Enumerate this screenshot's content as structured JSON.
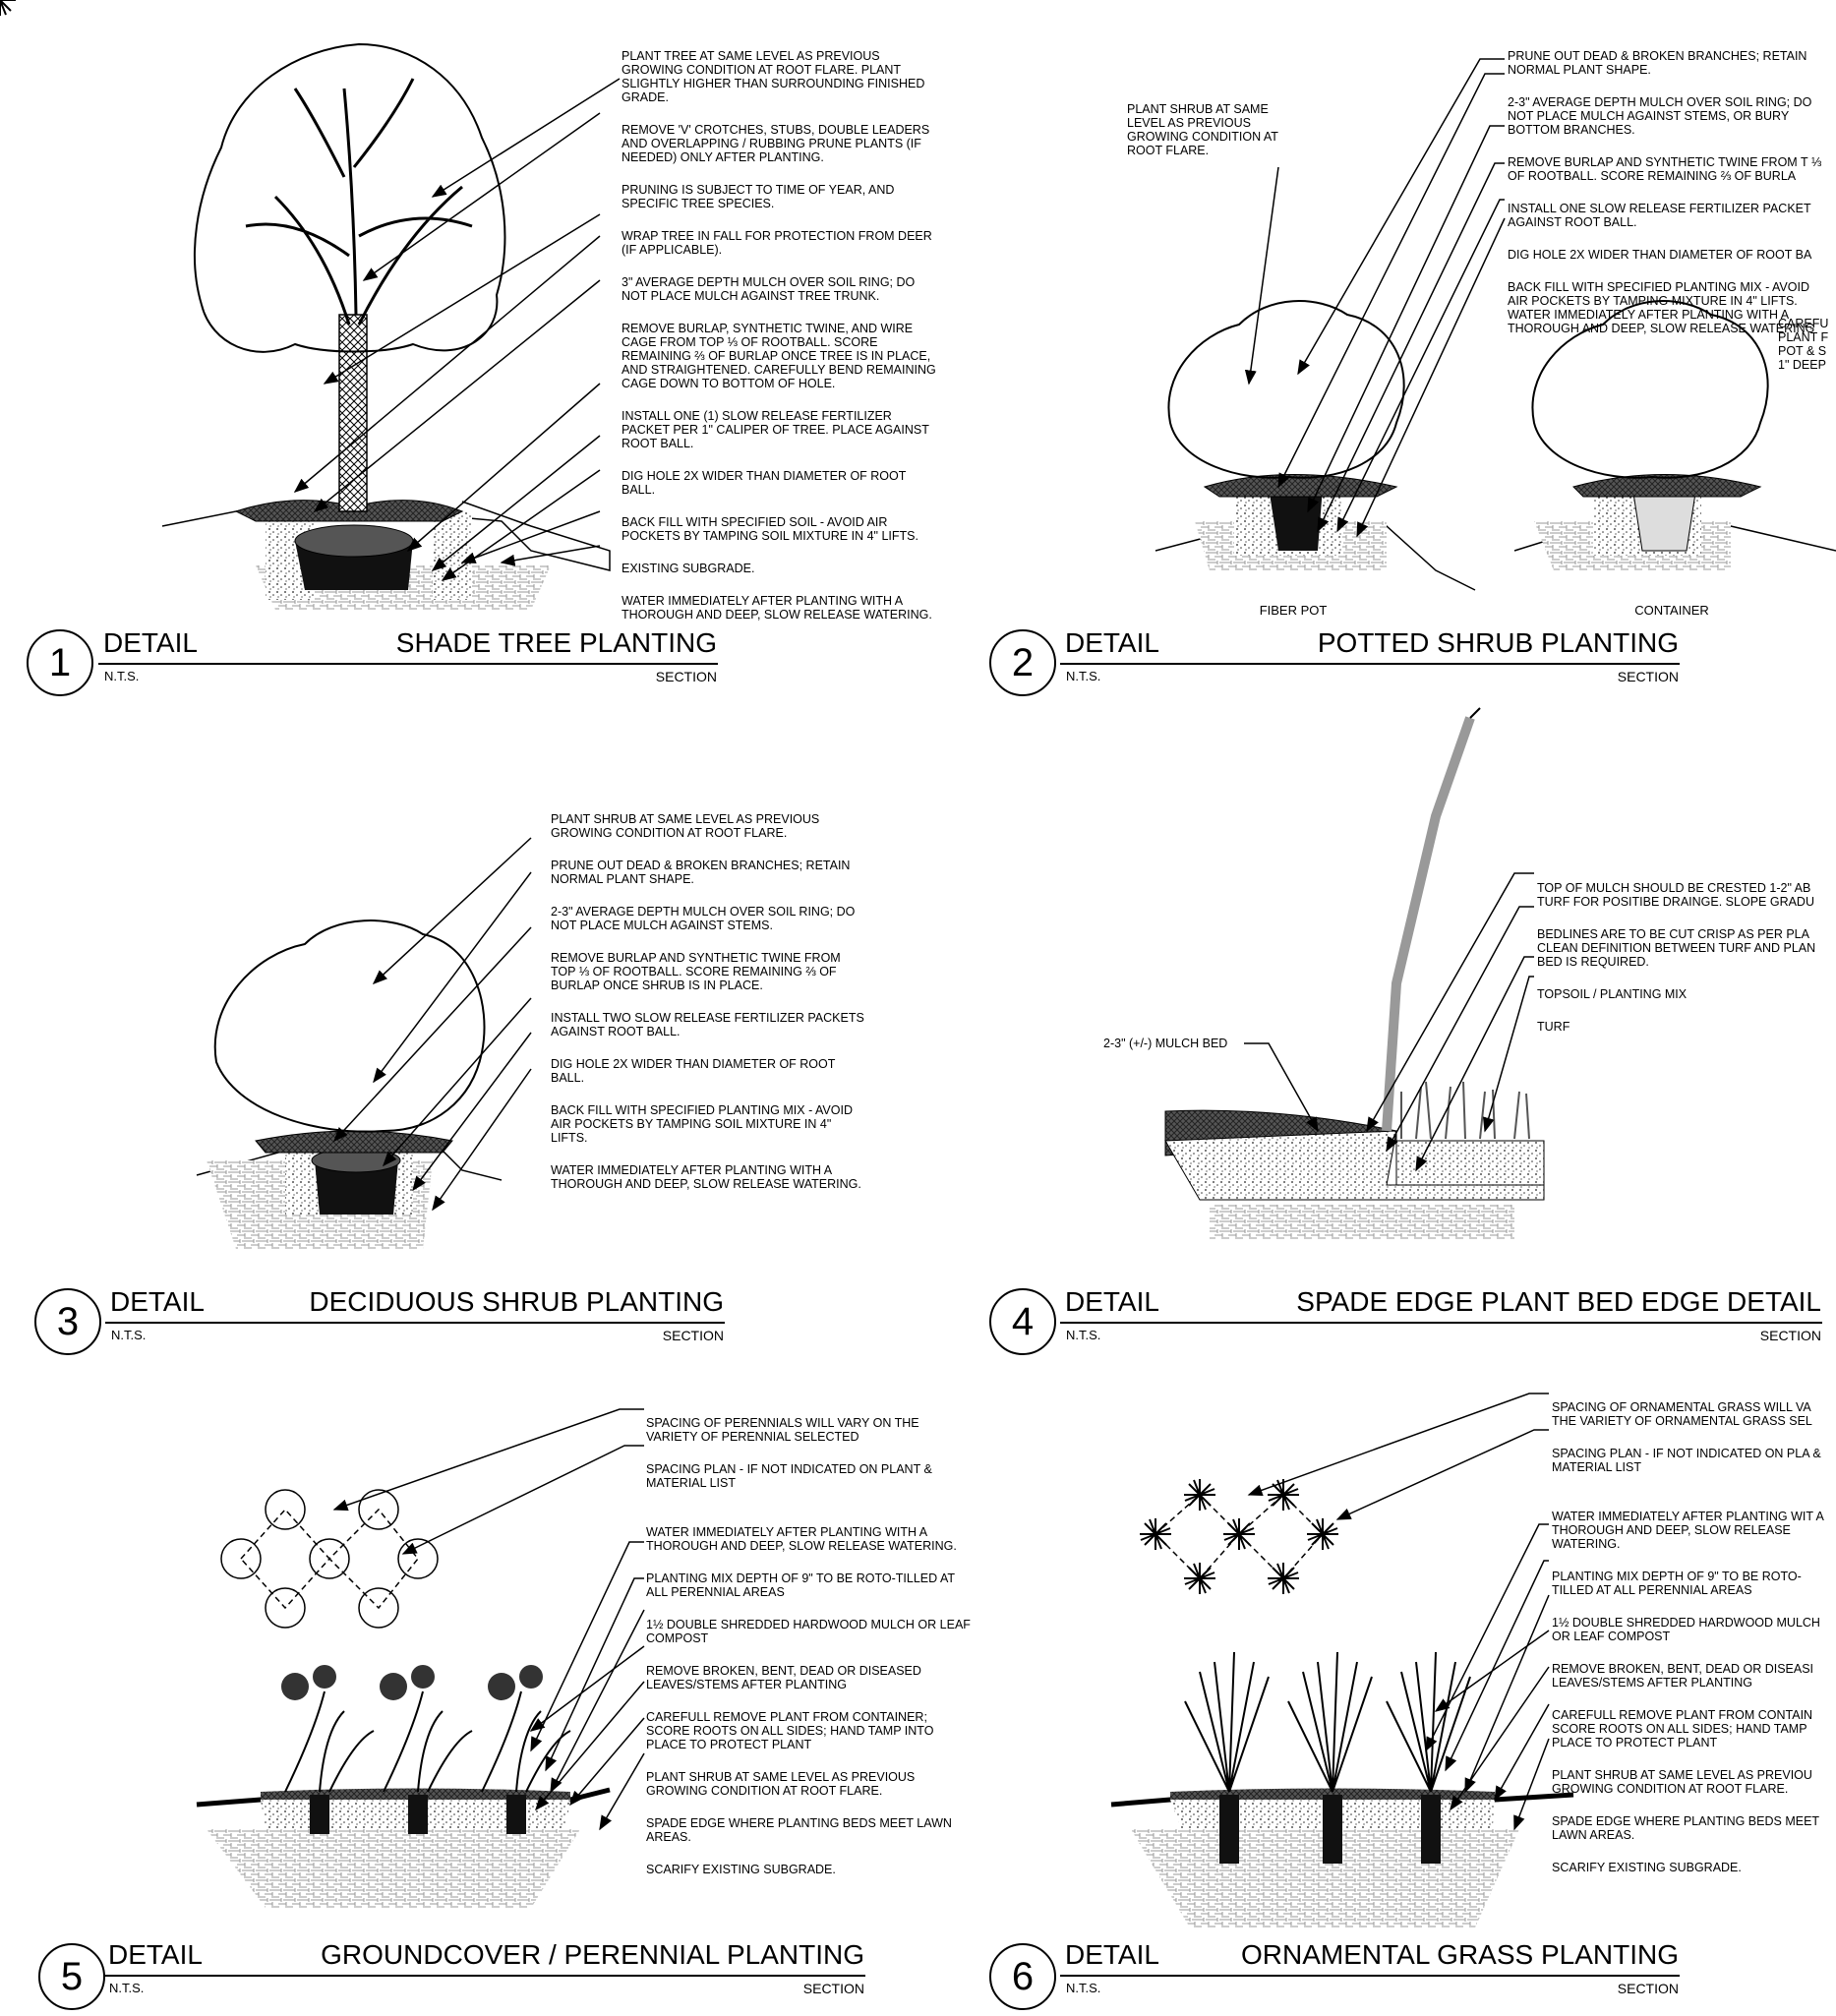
{
  "details": [
    {
      "number": "1",
      "detail_label": "DETAIL",
      "title": "SHADE TREE PLANTING",
      "scale": "N.T.S.",
      "view": "SECTION",
      "notes": [
        "PLANT TREE AT SAME LEVEL AS PREVIOUS GROWING CONDITION AT ROOT FLARE. PLANT SLIGHTLY HIGHER THAN SURROUNDING FINISHED GRADE.",
        "REMOVE 'V' CROTCHES, STUBS, DOUBLE LEADERS AND OVERLAPPING / RUBBING PRUNE PLANTS (IF NEEDED) ONLY AFTER PLANTING.",
        "PRUNING IS SUBJECT TO TIME OF YEAR, AND SPECIFIC TREE SPECIES.",
        "WRAP TREE IN FALL FOR PROTECTION FROM DEER (IF APPLICABLE).",
        "3\" AVERAGE DEPTH MULCH OVER SOIL RING; DO NOT PLACE MULCH AGAINST TREE TRUNK.",
        "REMOVE BURLAP, SYNTHETIC TWINE, AND WIRE CAGE FROM TOP ⅓ OF ROOTBALL. SCORE REMAINING ⅔ OF BURLAP ONCE TREE IS IN PLACE, AND STRAIGHTENED. CAREFULLY BEND REMAINING CAGE DOWN TO BOTTOM OF HOLE.",
        "INSTALL ONE (1) SLOW RELEASE FERTILIZER PACKET PER 1\" CALIPER OF TREE. PLACE AGAINST ROOT BALL.",
        "DIG HOLE 2X WIDER THAN DIAMETER OF ROOT BALL.",
        "BACK FILL WITH SPECIFIED SOIL - AVOID AIR POCKETS BY TAMPING SOIL MIXTURE IN 4\" LIFTS.",
        "EXISTING SUBGRADE.",
        "WATER IMMEDIATELY AFTER PLANTING WITH A THOROUGH AND DEEP, SLOW RELEASE WATERING."
      ]
    },
    {
      "number": "2",
      "detail_label": "DETAIL",
      "title": "POTTED SHRUB PLANTING",
      "scale": "N.T.S.",
      "view": "SECTION",
      "left_note": "PLANT SHRUB AT SAME LEVEL AS PREVIOUS GROWING CONDITION AT ROOT FLARE.",
      "notes": [
        "PRUNE OUT DEAD & BROKEN BRANCHES; RETAIN NORMAL PLANT SHAPE.",
        "2-3\" AVERAGE DEPTH MULCH OVER SOIL RING; DO NOT PLACE MULCH AGAINST STEMS, OR BURY BOTTOM BRANCHES.",
        "REMOVE BURLAP AND SYNTHETIC TWINE FROM T ⅓ OF ROOTBALL. SCORE REMAINING ⅔ OF BURLA",
        "INSTALL ONE SLOW RELEASE FERTILIZER PACKET AGAINST ROOT BALL.",
        "DIG HOLE 2X WIDER THAN DIAMETER OF ROOT BA",
        "BACK FILL WITH SPECIFIED PLANTING MIX - AVOID AIR POCKETS BY TAMPING MIXTURE IN 4\" LIFTS. WATER IMMEDIATELY AFTER PLANTING WITH A THOROUGH AND DEEP, SLOW RELEASE WATERING"
      ],
      "right_note": "CAREFU PLANT F POT & S 1\" DEEP",
      "label_fiber": "FIBER POT",
      "label_container": "CONTAINER"
    },
    {
      "number": "3",
      "detail_label": "DETAIL",
      "title": "DECIDUOUS SHRUB PLANTING",
      "scale": "N.T.S.",
      "view": "SECTION",
      "notes": [
        "PLANT SHRUB AT SAME LEVEL AS PREVIOUS GROWING CONDITION AT ROOT FLARE.",
        "PRUNE OUT DEAD & BROKEN BRANCHES; RETAIN NORMAL PLANT SHAPE.",
        "2-3\" AVERAGE DEPTH MULCH OVER SOIL RING; DO NOT PLACE MULCH AGAINST STEMS.",
        "REMOVE BURLAP AND SYNTHETIC TWINE FROM TOP ⅓ OF ROOTBALL. SCORE REMAINING ⅔ OF BURLAP ONCE SHRUB IS IN PLACE.",
        "INSTALL TWO SLOW RELEASE FERTILIZER PACKETS AGAINST ROOT BALL.",
        "DIG HOLE 2X WIDER THAN DIAMETER OF ROOT BALL.",
        "BACK FILL WITH SPECIFIED PLANTING MIX - AVOID AIR POCKETS BY TAMPING SOIL MIXTURE IN 4\" LIFTS.",
        "WATER IMMEDIATELY AFTER PLANTING WITH A THOROUGH AND DEEP, SLOW RELEASE WATERING."
      ]
    },
    {
      "number": "4",
      "detail_label": "DETAIL",
      "title": "SPADE EDGE PLANT BED EDGE DETAIL",
      "scale": "N.T.S.",
      "view": "SECTION",
      "left_note": "2-3\" (+/-) MULCH BED",
      "notes": [
        "TOP OF MULCH SHOULD BE CRESTED 1-2\" AB TURF FOR POSITIBE DRAINGE. SLOPE GRADU",
        "BEDLINES ARE TO BE CUT CRISP AS PER PLA CLEAN DEFINITION BETWEEN TURF AND PLAN BED IS REQUIRED.",
        "TOPSOIL / PLANTING MIX",
        "TURF"
      ]
    },
    {
      "number": "5",
      "detail_label": "DETAIL",
      "title": "GROUNDCOVER / PERENNIAL PLANTING",
      "scale": "N.T.S.",
      "view": "SECTION",
      "notes": [
        "SPACING OF PERENNIALS WILL VARY ON THE VARIETY OF PERENNIAL SELECTED",
        "SPACING PLAN - IF NOT INDICATED ON PLANT & MATERIAL LIST",
        "WATER IMMEDIATELY AFTER PLANTING WITH A THOROUGH AND DEEP, SLOW RELEASE WATERING.",
        "PLANTING MIX DEPTH OF 9\" TO BE ROTO-TILLED AT ALL PERENNIAL AREAS",
        "1½ DOUBLE SHREDDED HARDWOOD MULCH OR LEAF COMPOST",
        "REMOVE BROKEN, BENT, DEAD OR DISEASED LEAVES/STEMS AFTER PLANTING",
        "CAREFULL REMOVE PLANT FROM CONTAINER; SCORE ROOTS ON ALL SIDES; HAND TAMP INTO PLACE TO PROTECT PLANT",
        "PLANT SHRUB AT SAME LEVEL AS PREVIOUS GROWING CONDITION AT ROOT FLARE.",
        "SPADE EDGE WHERE PLANTING BEDS MEET LAWN AREAS.",
        "SCARIFY EXISTING SUBGRADE."
      ]
    },
    {
      "number": "6",
      "detail_label": "DETAIL",
      "title": "ORNAMENTAL GRASS PLANTING",
      "scale": "N.T.S.",
      "view": "SECTION",
      "notes": [
        "SPACING OF ORNAMENTAL GRASS WILL VA THE VARIETY OF ORNAMENTAL GRASS SEL",
        "SPACING PLAN - IF NOT INDICATED ON PLA & MATERIAL LIST",
        "WATER IMMEDIATELY AFTER PLANTING WIT A THOROUGH AND DEEP, SLOW RELEASE WATERING.",
        "PLANTING MIX DEPTH OF 9\" TO BE ROTO-TILLED AT ALL PERENNIAL AREAS",
        "1½ DOUBLE SHREDDED HARDWOOD MULCH OR LEAF COMPOST",
        "REMOVE BROKEN, BENT, DEAD OR DISEASI LEAVES/STEMS AFTER PLANTING",
        "CAREFULL REMOVE PLANT FROM CONTAIN SCORE ROOTS ON ALL SIDES; HAND TAMP PLACE TO PROTECT PLANT",
        "PLANT SHRUB AT SAME LEVEL AS PREVIOU GROWING CONDITION AT ROOT FLARE.",
        "SPADE EDGE WHERE PLANTING BEDS MEET LAWN AREAS.",
        "SCARIFY EXISTING SUBGRADE."
      ]
    }
  ]
}
